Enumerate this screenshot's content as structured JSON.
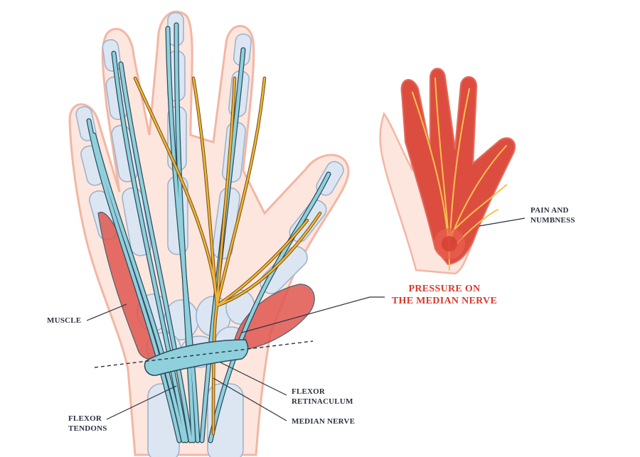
{
  "labels": {
    "muscle": "MUSCLE",
    "flexor_tendons": "FLEXOR\nTENDONS",
    "flexor_retinaculum": "FLEXOR\nRETINACULUM",
    "median_nerve": "MEDIAN NERVE",
    "pain_numbness": "PAIN AND\nNUMBNESS",
    "pressure": "PRESSURE ON\nTHE MEDIAN NERVE"
  },
  "colors": {
    "skin": "#fde6dd",
    "skin_outline": "#f3b6a4",
    "bone": "#dce6f2",
    "bone_outline": "#9fb3cc",
    "tendon": "#8fd0dc",
    "tendon_outline": "#2d4a5c",
    "nerve": "#f2b339",
    "muscle": "#e0574f",
    "pain_area": "#dc4d40",
    "label_text": "#2b3140",
    "pressure_text": "#d8392b"
  }
}
